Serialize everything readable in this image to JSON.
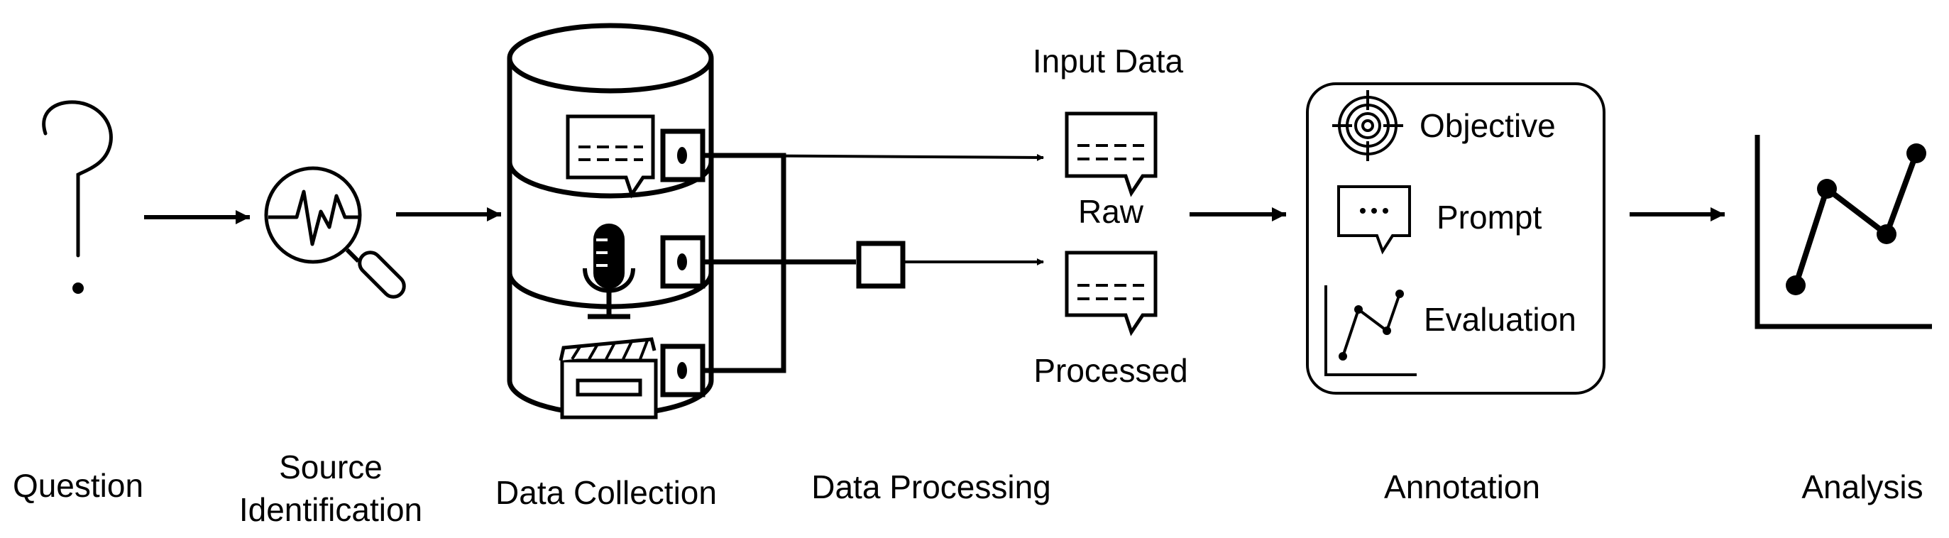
{
  "stages": {
    "question": {
      "label": "Question"
    },
    "source_identification": {
      "line1": "Source",
      "line2": "Identification"
    },
    "data_collection": {
      "label": "Data Collection"
    },
    "data_processing": {
      "label": "Data Processing"
    },
    "annotation": {
      "label": "Annotation"
    },
    "analysis": {
      "label": "Analysis"
    }
  },
  "input_data": {
    "title": "Input Data",
    "raw_label": "Raw",
    "processed_label": "Processed"
  },
  "annotation_box": {
    "items": [
      "Objective",
      "Prompt",
      "Evaluation"
    ]
  },
  "icons": {
    "question": "question-mark-icon",
    "source": "magnifier-waveform-icon",
    "database": "database-cylinder-icon",
    "text": "speech-bubble-icon",
    "audio": "microphone-icon",
    "video": "clapperboard-icon",
    "objective": "target-icon",
    "prompt": "chat-bubble-ellipsis-icon",
    "evaluation": "line-chart-icon",
    "analysis": "line-chart-icon"
  },
  "colors": {
    "stroke": "#000000",
    "background": "#ffffff"
  }
}
